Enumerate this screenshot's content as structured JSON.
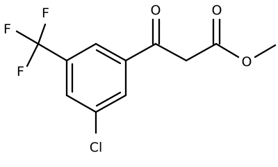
{
  "molecule": {
    "atoms": {
      "F_top": "F",
      "F_left_upper": "F",
      "F_left_lower": "F",
      "Cl": "Cl",
      "O_ketone": "O",
      "O_ester_carbonyl": "O",
      "O_ester_ether": "O"
    }
  }
}
